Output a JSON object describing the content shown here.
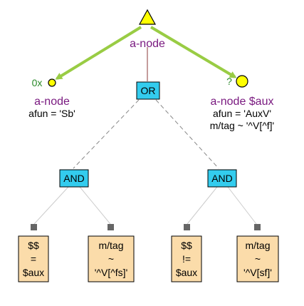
{
  "root": {
    "label": "a-node",
    "shape": "triangle",
    "fill": "#ffff00"
  },
  "or_node": {
    "label": "OR",
    "fill": "#33ccee"
  },
  "left_child": {
    "quantifier": "0x",
    "label": "a-node",
    "attr": "afun = 'Sb'"
  },
  "right_child": {
    "quantifier": "?",
    "label": "a-node $aux",
    "attr1": "afun = 'AuxV'",
    "attr2": "m/tag ~ '^V[^f]'"
  },
  "and_left": {
    "label": "AND",
    "box1": {
      "l1": "$$",
      "l2": "=",
      "l3": "$aux"
    },
    "box2": {
      "l1": "m/tag",
      "l2": "~",
      "l3": "'^V[^fs]'"
    }
  },
  "and_right": {
    "label": "AND",
    "box1": {
      "l1": "$$",
      "l2": "!=",
      "l3": "$aux"
    },
    "box2": {
      "l1": "m/tag",
      "l2": "~",
      "l3": "'^V[sf]'"
    }
  },
  "colors": {
    "edge_green": "#99cc44",
    "node_yellow": "#ffff00",
    "op_cyan": "#33ccee",
    "box_fill": "#fbdcaa",
    "label_purple": "#7a1a80",
    "quant_green": "#2a8a2a"
  }
}
